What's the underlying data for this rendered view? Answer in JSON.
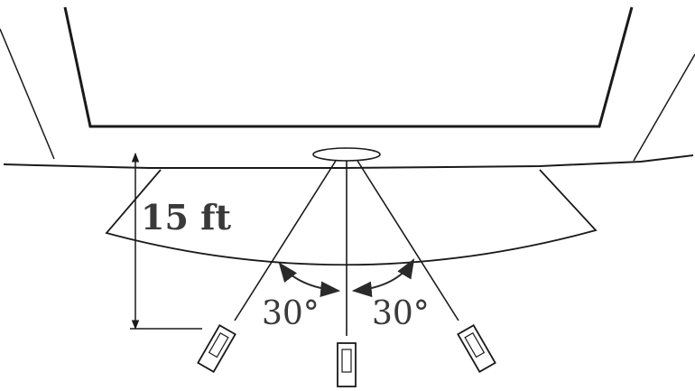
{
  "diagram": {
    "distance_label": "15 ft",
    "angle_left_label": "30°",
    "angle_right_label": "30°",
    "ink_color": "#3a3a3a",
    "stroke_color": "#1a1a1a"
  }
}
